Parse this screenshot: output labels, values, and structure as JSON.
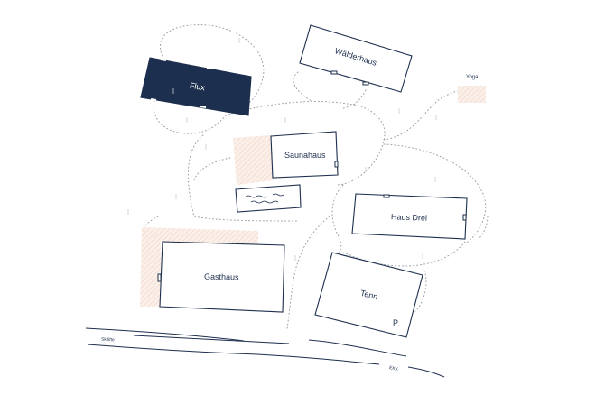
{
  "map": {
    "colors": {
      "building_stroke": "#1d2f4e",
      "highlight": "#1d2f4e",
      "path": "#9aa0a8",
      "terrace": "#f3d9c9"
    },
    "buildings": {
      "flux": {
        "label": "Flux",
        "highlighted": true
      },
      "waelderhaus": {
        "label": "Wälderhaus"
      },
      "saunahaus": {
        "label": "Saunahaus"
      },
      "haus_drei": {
        "label": "Haus Drei"
      },
      "gasthaus": {
        "label": "Gasthaus"
      },
      "tenn": {
        "label": "Tenn"
      }
    },
    "areas": {
      "yoga": {
        "label": "Yoga"
      }
    },
    "roads": {
      "skilifte": "Skilifte",
      "ekk": "EKK"
    },
    "parking": {
      "label": "P"
    }
  }
}
